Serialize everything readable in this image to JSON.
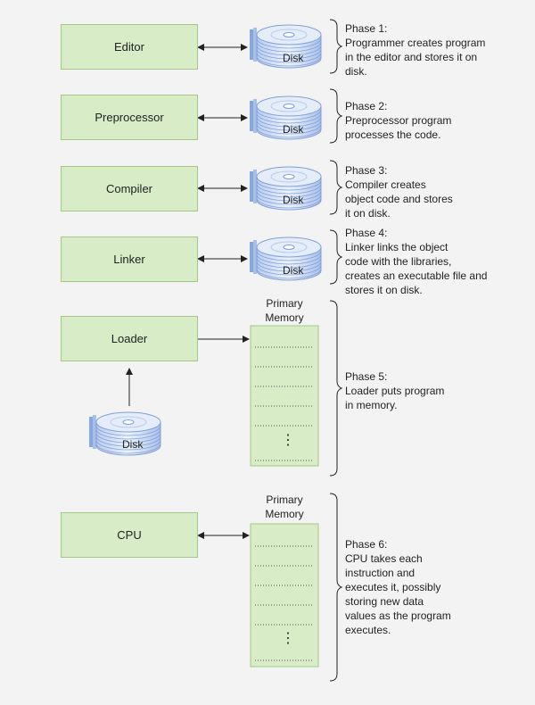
{
  "stages": [
    {
      "label": "Editor"
    },
    {
      "label": "Preprocessor"
    },
    {
      "label": "Compiler"
    },
    {
      "label": "Linker"
    },
    {
      "label": "Loader"
    },
    {
      "label": "CPU"
    }
  ],
  "disk_label": "Disk",
  "memory_label": "Primary\nMemory",
  "memory_ellipsis": "⋮",
  "phases": [
    "Phase 1:\nProgrammer creates program\nin the editor and stores it on\ndisk.",
    "Phase 2:\nPreprocessor program\nprocesses the code.",
    "Phase 3:\nCompiler creates\nobject code and stores\nit on disk.",
    "Phase 4:\nLinker links the object\ncode with the libraries,\ncreates an executable file and\nstores it on disk.",
    "Phase 5:\nLoader puts program\nin memory.",
    "Phase 6:\nCPU takes each\ninstruction and\nexecutes it, possibly\nstoring new data\nvalues as the program\nexecutes."
  ],
  "colors": {
    "box_fill": "#d7ecc7",
    "box_border": "#9fcb86",
    "disk_blue": "#7f9fd8",
    "disk_light": "#dfe8f8",
    "arrow": "#222222",
    "background": "#f3f3f3"
  }
}
